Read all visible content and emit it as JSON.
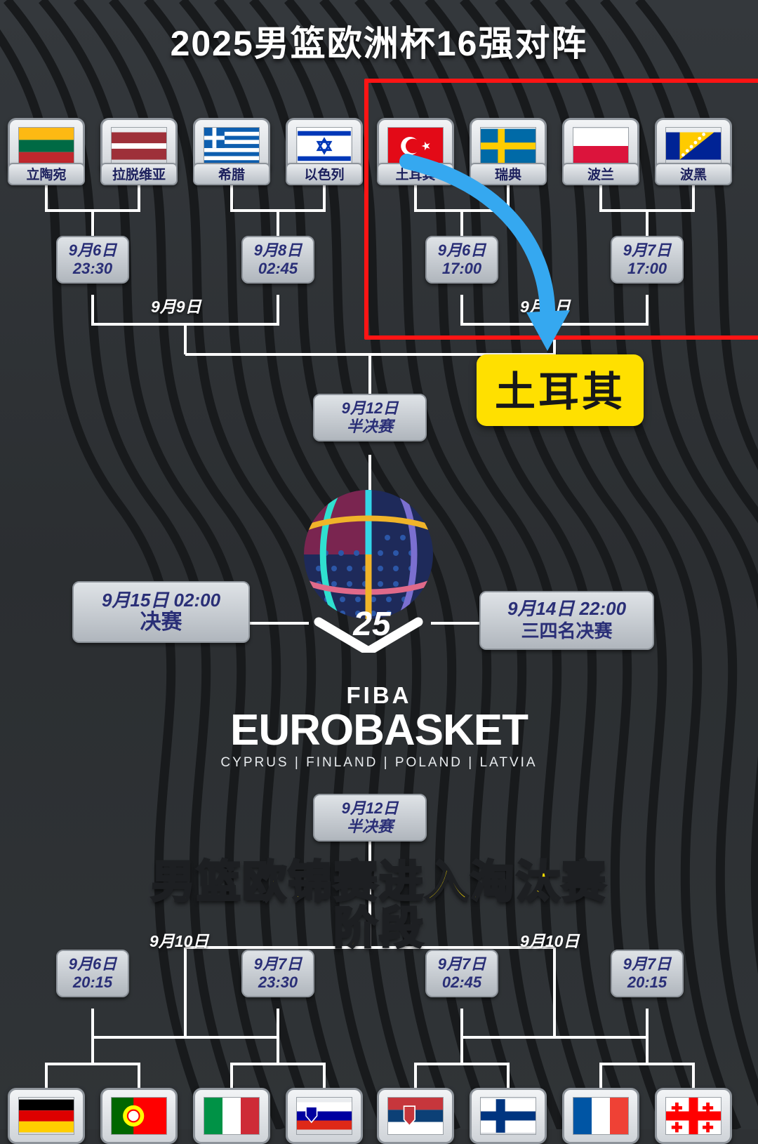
{
  "title": "2025男篮欧洲杯16强对阵",
  "bracket": {
    "top_teams": [
      {
        "name": "立陶宛",
        "flag": "lithuania-flag"
      },
      {
        "name": "拉脱维亚",
        "flag": "latvia-flag"
      },
      {
        "name": "希腊",
        "flag": "greece-flag"
      },
      {
        "name": "以色列",
        "flag": "israel-flag"
      },
      {
        "name": "土耳其",
        "flag": "turkey-flag"
      },
      {
        "name": "瑞典",
        "flag": "sweden-flag"
      },
      {
        "name": "波兰",
        "flag": "poland-flag"
      },
      {
        "name": "波黑",
        "flag": "bosnia-herzegovina-flag"
      }
    ],
    "bottom_teams": [
      {
        "name": "",
        "flag": "germany-flag"
      },
      {
        "name": "",
        "flag": "portugal-flag"
      },
      {
        "name": "",
        "flag": "italy-flag"
      },
      {
        "name": "",
        "flag": "slovenia-flag"
      },
      {
        "name": "",
        "flag": "serbia-flag"
      },
      {
        "name": "",
        "flag": "finland-flag"
      },
      {
        "name": "",
        "flag": "france-flag"
      },
      {
        "name": "",
        "flag": "georgia-flag"
      }
    ],
    "top_r16": [
      {
        "date": "9月6日",
        "time": "23:30"
      },
      {
        "date": "9月8日",
        "time": "02:45"
      },
      {
        "date": "9月6日",
        "time": "17:00"
      },
      {
        "date": "9月7日",
        "time": "17:00"
      }
    ],
    "top_qf": [
      {
        "label": "9月9日"
      },
      {
        "label": "9月9日"
      }
    ],
    "bottom_r16": [
      {
        "date": "9月6日",
        "time": "20:15"
      },
      {
        "date": "9月7日",
        "time": "23:30"
      },
      {
        "date": "9月7日",
        "time": "02:45"
      },
      {
        "date": "9月7日",
        "time": "20:15"
      }
    ],
    "bottom_qf": [
      {
        "label": "9月10日"
      },
      {
        "label": "9月10日"
      }
    ],
    "semifinal_top": {
      "date": "9月12日",
      "label": "半决赛"
    },
    "semifinal_bottom": {
      "date": "9月12日",
      "label": "半决赛"
    },
    "final": {
      "date": "9月15日 02:00",
      "label": "决赛"
    },
    "third_place": {
      "date": "9月14日 22:00",
      "label": "三四名决赛"
    }
  },
  "callout": {
    "text": "土耳其"
  },
  "headline": {
    "line1": "男篮欧锦赛进入淘汰赛",
    "line2": "阶段"
  },
  "logo": {
    "fiba": "FIBA",
    "event": "EUROBASKET",
    "hosts": "CYPRUS | FINLAND | POLAND | LATVIA",
    "year_mark": "25"
  },
  "colors": {
    "highlight_red": "#ff1414",
    "callout_yellow": "#ffe000",
    "chip_text": "#2a2f77",
    "arrow_blue": "#35a8f0"
  }
}
